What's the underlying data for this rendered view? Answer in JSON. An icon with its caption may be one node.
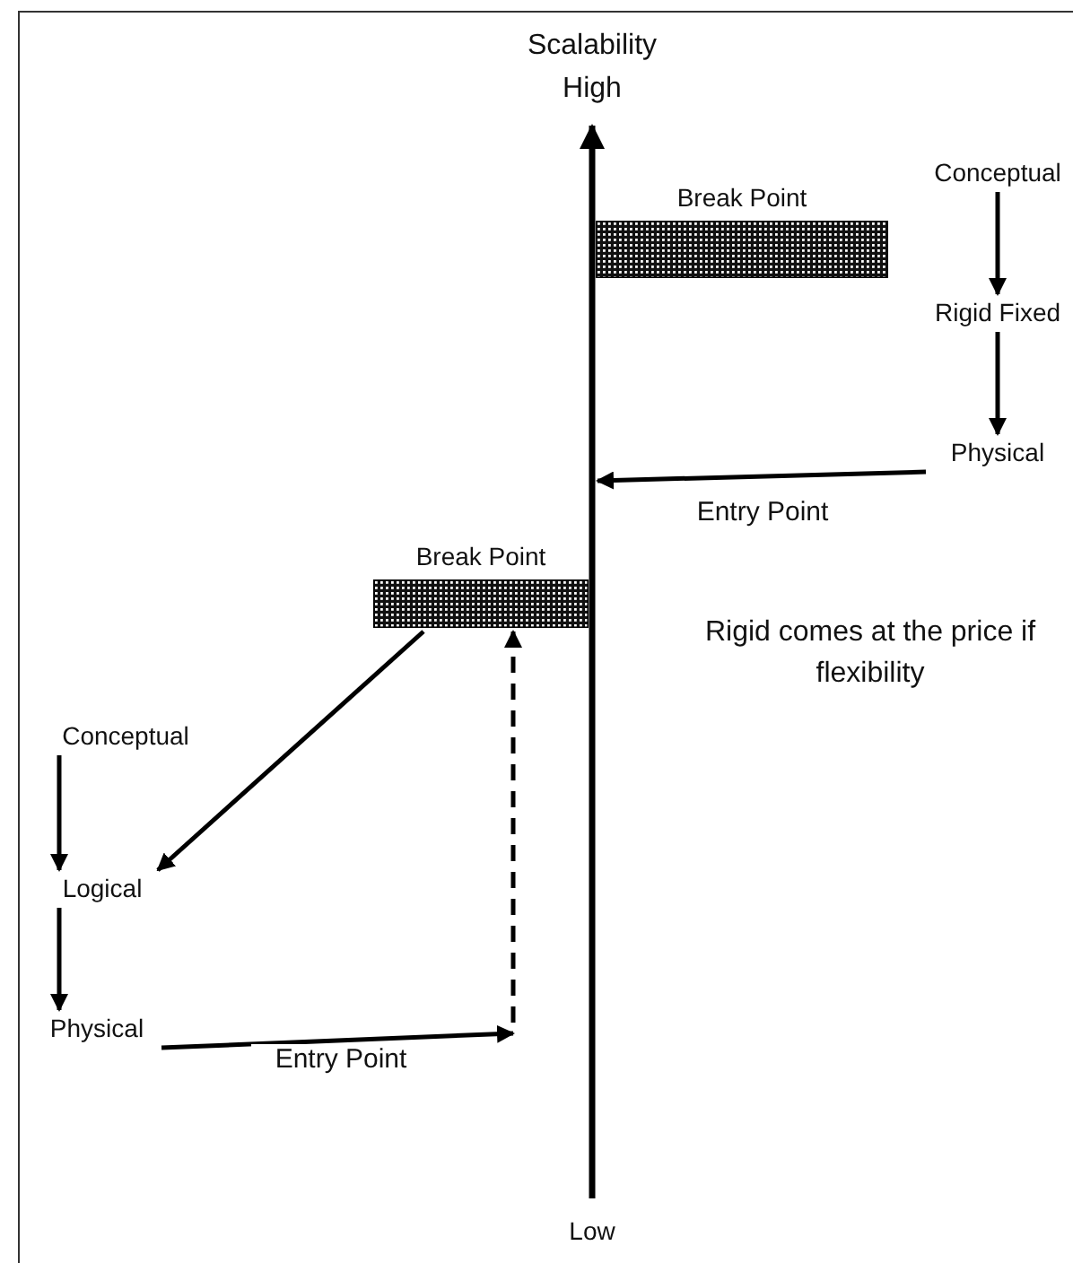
{
  "diagram": {
    "nodes": [
      {
        "text": [
          "Break Point"
        ]
      },
      {
        "text": [
          "Conceptual"
        ]
      },
      {
        "text": [
          "Rigid Fixed"
        ]
      },
      {
        "text": [
          "Physical"
        ]
      },
      {
        "text": [
          "Break Point"
        ]
      },
      {
        "text": [
          "Conceptual"
        ]
      },
      {
        "text": [
          "Logical"
        ]
      },
      {
        "text": [
          "Physical"
        ]
      }
    ],
    "edges": [
      {
        "from": 1,
        "to": 2,
        "arrow": "to"
      },
      {
        "from": 2,
        "to": 3,
        "arrow": "to"
      },
      {
        "from": 3,
        "to": null,
        "arrow": "to",
        "label": "Entry Point"
      },
      {
        "from": 4,
        "to": 6,
        "arrow": "to"
      },
      {
        "from": 5,
        "to": 6,
        "arrow": "to"
      },
      {
        "from": 6,
        "to": 7,
        "arrow": "to"
      },
      {
        "from": 7,
        "to": null,
        "arrow": "to",
        "label": "Entry Point"
      },
      {
        "from": null,
        "to": 4,
        "arrow": "to",
        "style": "dashed"
      }
    ],
    "labels": [
      "Scalability",
      "High",
      "Low",
      "Rigid comes at the price if flexibility"
    ]
  }
}
